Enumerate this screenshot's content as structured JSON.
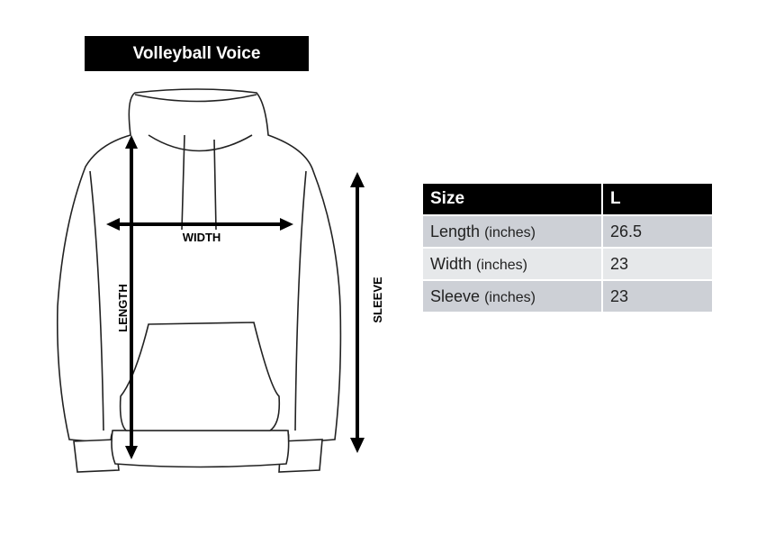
{
  "title": "Volleyball Voice",
  "diagram": {
    "width_label": "WIDTH",
    "length_label": "LENGTH",
    "sleeve_label": "SLEEVE"
  },
  "table": {
    "header": {
      "label": "Size",
      "value": "L"
    },
    "rows": [
      {
        "label": "Length",
        "unit": "(inches)",
        "value": "26.5"
      },
      {
        "label": "Width",
        "unit": "(inches)",
        "value": "23"
      },
      {
        "label": "Sleeve",
        "unit": "(inches)",
        "value": "23"
      }
    ]
  }
}
